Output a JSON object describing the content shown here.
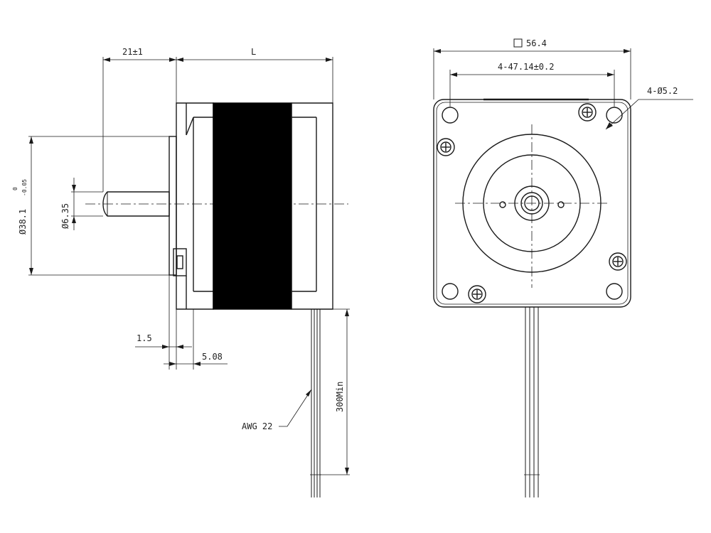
{
  "dimensions": {
    "shaft_length": "21±1",
    "body_length": "L",
    "flange_square": "56.4",
    "hole_spacing": "4-47.14±0.2",
    "hole_diameter": "4-Ø5.2",
    "pilot_diameter": "Ø38.1",
    "pilot_tol_upper": "0",
    "pilot_tol_lower": "-0.05",
    "shaft_diameter": "Ø6.35",
    "pilot_height": "1.5",
    "flange_thickness": "5.08",
    "lead_length": "300Min",
    "wire_gauge": "AWG 22"
  },
  "colors": {
    "line": "#1a1a1a",
    "stator": "#000000"
  }
}
